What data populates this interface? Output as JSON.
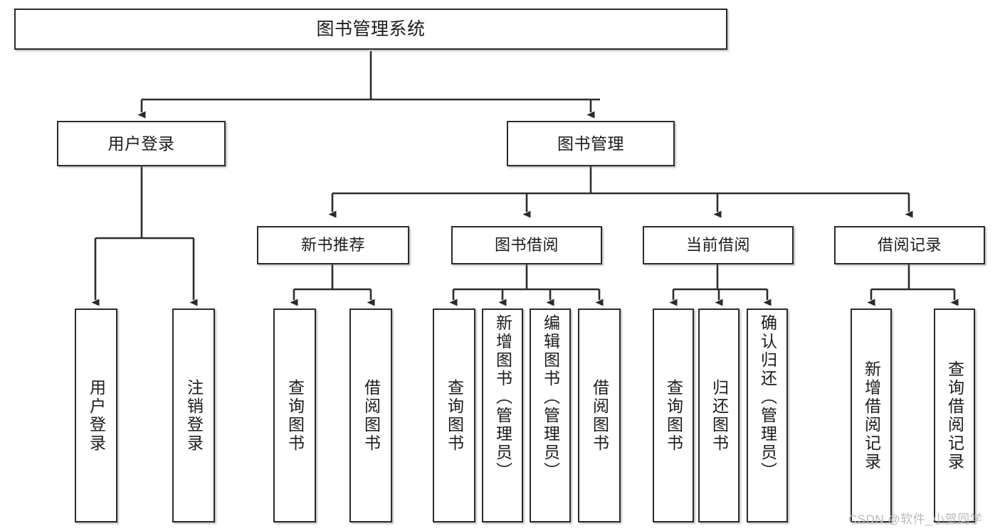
{
  "diagram": {
    "title": "图书管理系统",
    "type": "hierarchy-tree",
    "colors": {
      "box_border": "#2b2b2b",
      "box_fill": "#ffffff",
      "connector": "#2b2b2b",
      "watermark": "#b9b9b9",
      "text": "#1b1b1b"
    },
    "root": {
      "label": "图书管理系统"
    },
    "level1": [
      {
        "label": "用户登录"
      },
      {
        "label": "图书管理"
      }
    ],
    "level2": [
      {
        "label": "新书推荐"
      },
      {
        "label": "图书借阅"
      },
      {
        "label": "当前借阅"
      },
      {
        "label": "借阅记录"
      }
    ],
    "leaves": {
      "user_login": [
        {
          "label": "用户登录"
        },
        {
          "label": "注销登录"
        }
      ],
      "new_book_recommend": [
        {
          "label": "查询图书"
        },
        {
          "label": "借阅图书"
        }
      ],
      "book_borrow": [
        {
          "label": "查询图书"
        },
        {
          "label": "新增图书（管理员）"
        },
        {
          "label": "编辑图书（管理员）"
        },
        {
          "label": "借阅图书"
        }
      ],
      "current_borrow": [
        {
          "label": "查询图书"
        },
        {
          "label": "归还图书"
        },
        {
          "label": "确认归还（管理员）"
        }
      ],
      "borrow_record": [
        {
          "label": "新增借阅记录"
        },
        {
          "label": "查询借阅记录"
        }
      ]
    }
  },
  "watermark": {
    "text": "CSDN @软件_小贺同学"
  }
}
